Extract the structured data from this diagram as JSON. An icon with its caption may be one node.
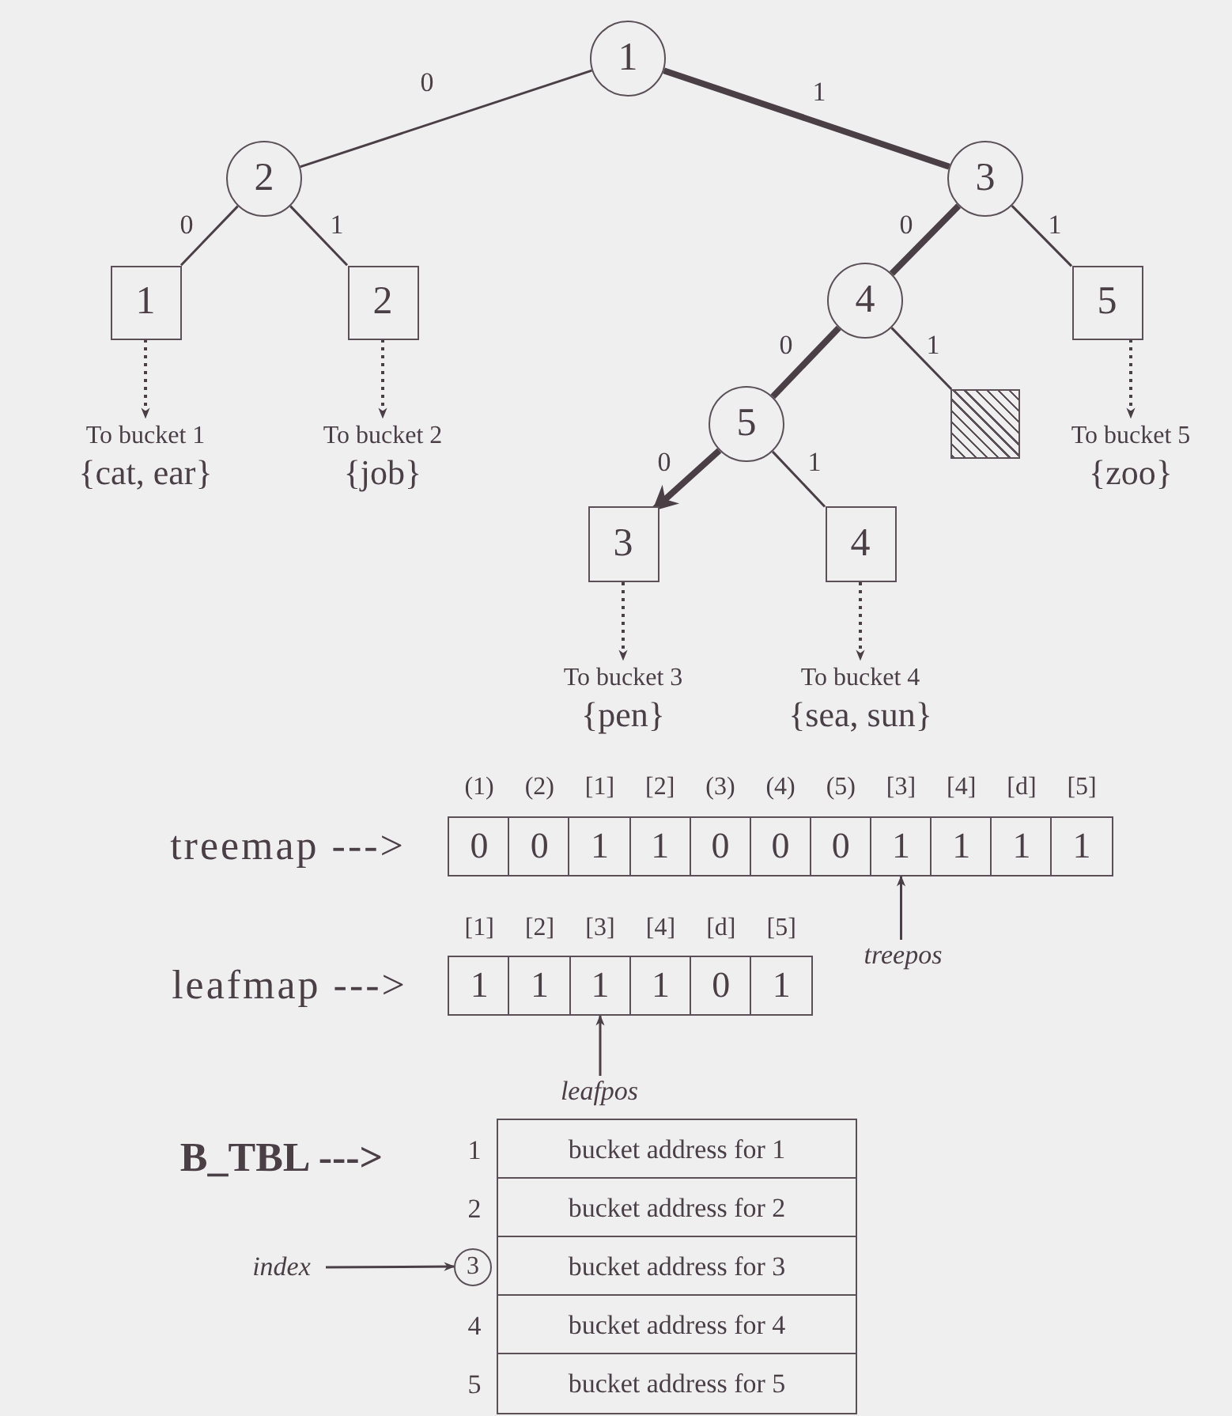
{
  "diagram": {
    "nodes": [
      {
        "text": [
          "1"
        ]
      },
      {
        "text": [
          "2"
        ]
      },
      {
        "text": [
          "3"
        ]
      },
      {
        "text": [
          "1"
        ]
      },
      {
        "text": [
          "2"
        ]
      },
      {
        "text": [
          "4"
        ]
      },
      {
        "text": [
          "5"
        ]
      },
      {
        "text": [],
        "shape": "box"
      },
      {
        "text": [
          "5"
        ]
      },
      {
        "text": [
          "3"
        ]
      },
      {
        "text": [
          "4"
        ]
      },
      {
        "text": [
          "To bucket 1",
          "{cat, ear}"
        ]
      },
      {
        "text": [
          "To bucket 2",
          "{job}"
        ]
      },
      {
        "text": [
          "To bucket 5",
          "{zoo}"
        ]
      },
      {
        "text": [
          "To bucket 3",
          "{pen}"
        ]
      },
      {
        "text": [
          "To bucket 4",
          "{sea, sun}"
        ]
      },
      {
        "text": [
          "0"
        ]
      },
      {
        "text": [
          "0"
        ]
      },
      {
        "text": [
          "1"
        ]
      },
      {
        "text": [
          "1"
        ]
      },
      {
        "text": [
          "0"
        ]
      },
      {
        "text": [
          "0"
        ]
      },
      {
        "text": [
          "0"
        ]
      },
      {
        "text": [
          "1"
        ]
      },
      {
        "text": [
          "1"
        ]
      },
      {
        "text": [
          "1"
        ]
      },
      {
        "text": [
          "1"
        ]
      },
      {
        "text": [
          "1"
        ]
      },
      {
        "text": [
          "1"
        ]
      },
      {
        "text": [
          "1"
        ]
      },
      {
        "text": [
          "1"
        ]
      },
      {
        "text": [
          "0"
        ]
      },
      {
        "text": [
          "1"
        ]
      },
      {
        "text": [
          "treepos"
        ]
      },
      {
        "text": [
          "leafpos"
        ]
      },
      {
        "text": [
          "bucket address for 1"
        ]
      },
      {
        "text": [
          "bucket address for 2"
        ]
      },
      {
        "text": [
          "index"
        ]
      },
      {
        "text": [
          "3"
        ]
      },
      {
        "text": [
          "bucket address for 3"
        ]
      },
      {
        "text": [
          "bucket address for 4"
        ]
      },
      {
        "text": [
          "bucket address for 5"
        ]
      }
    ],
    "edges": [
      {
        "from": 0,
        "to": 1,
        "arrow": "none",
        "label": "0"
      },
      {
        "from": 0,
        "to": 2,
        "arrow": "none",
        "label": "1",
        "style": "thick"
      },
      {
        "from": 1,
        "to": 3,
        "arrow": "none",
        "label": "0"
      },
      {
        "from": 1,
        "to": 4,
        "arrow": "none",
        "label": "1"
      },
      {
        "from": 2,
        "to": 5,
        "arrow": "none",
        "label": "0",
        "style": "thick"
      },
      {
        "from": 2,
        "to": 6,
        "arrow": "none",
        "label": "1"
      },
      {
        "from": 5,
        "to": 8,
        "arrow": "none",
        "label": "0",
        "style": "thick"
      },
      {
        "from": 5,
        "to": 7,
        "arrow": "none",
        "label": "1"
      },
      {
        "from": 8,
        "to": 9,
        "arrow": "to",
        "label": "0",
        "style": "thick"
      },
      {
        "from": 8,
        "to": 10,
        "arrow": "none",
        "label": "1"
      },
      {
        "from": 3,
        "to": 11,
        "arrow": "to",
        "style": "dashed"
      },
      {
        "from": 4,
        "to": 12,
        "arrow": "to",
        "style": "dashed"
      },
      {
        "from": 6,
        "to": 13,
        "arrow": "to",
        "style": "dashed"
      },
      {
        "from": 9,
        "to": 14,
        "arrow": "to",
        "style": "dashed"
      },
      {
        "from": 10,
        "to": 15,
        "arrow": "to",
        "style": "dashed"
      },
      {
        "from": 33,
        "to": 23,
        "arrow": "to"
      },
      {
        "from": 34,
        "to": 29,
        "arrow": "to"
      },
      {
        "from": 37,
        "to": 38,
        "arrow": "to"
      }
    ],
    "labels": [
      "(1)",
      "(2)",
      "[1]",
      "[2]",
      "(3)",
      "(4)",
      "(5)",
      "[3]",
      "[4]",
      "[d]",
      "[5]",
      "treemap --->",
      "[1]",
      "[2]",
      "[3]",
      "[4]",
      "[d]",
      "[5]",
      "leafmap --->",
      "B_TBL --->",
      "1",
      "2",
      "4",
      "5"
    ]
  }
}
